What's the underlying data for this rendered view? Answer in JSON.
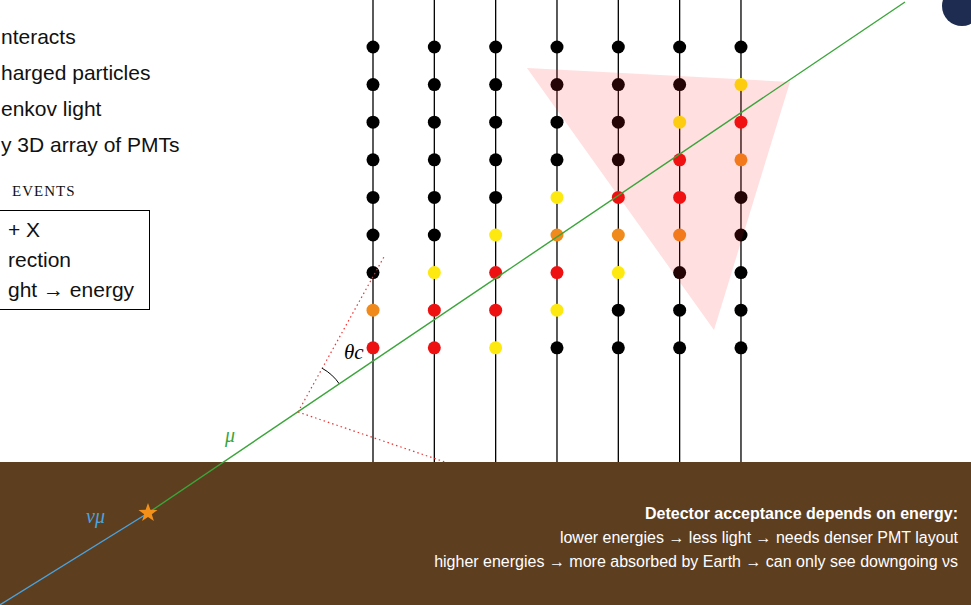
{
  "diagram": {
    "nodes": [
      {
        "text": [
          "EVENTS",
          "+ X",
          "rection",
          "ght → energy"
        ]
      },
      {
        "text": [
          "Detector acceptance depends on energy:",
          "lower energies → less light → needs denser PMT layout",
          "higher energies → more absorbed by Earth → can only see downgoing νs"
        ]
      }
    ],
    "labels": [
      "nteracts",
      "harged particles",
      "enkov light",
      "y 3D array of PMTs",
      "θc",
      "μ",
      "νμ"
    ]
  }
}
